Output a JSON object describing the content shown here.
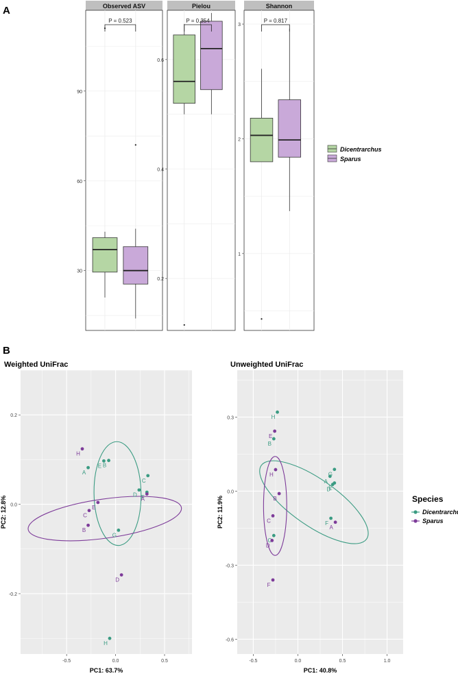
{
  "panel_labels": {
    "a": "A",
    "b": "B"
  },
  "colors": {
    "dicentrarchus_fill": "#b5d6a4",
    "sparus_fill": "#c9a9d9",
    "dicentrarchus_line": "#3a9b82",
    "sparus_line": "#7d3b99",
    "strip_bg": "#bfbfbf",
    "panel_bg": "#ebebeb"
  },
  "legend_a": {
    "items": [
      {
        "label": "Dicentrarchus",
        "color": "#b5d6a4"
      },
      {
        "label": "Sparus",
        "color": "#c9a9d9"
      }
    ]
  },
  "legend_b": {
    "title": "Species",
    "items": [
      {
        "label": "Dicentrarchus",
        "color": "#3a9b82"
      },
      {
        "label": "Sparus",
        "color": "#7d3b99"
      }
    ]
  },
  "chart_data": [
    {
      "type": "box",
      "title": "Observed ASV",
      "pvalue": "P = 0.523",
      "ylim": [
        10,
        117
      ],
      "yticks": [
        30,
        60,
        90
      ],
      "groups": [
        {
          "name": "Dicentrarchus",
          "whisker_low": 21,
          "q1": 29.5,
          "median": 37,
          "q3": 41,
          "whisker_high": 43,
          "outliers": [
            111
          ]
        },
        {
          "name": "Sparus",
          "whisker_low": 14,
          "q1": 25.5,
          "median": 30,
          "q3": 38,
          "whisker_high": 44,
          "outliers": [
            72
          ]
        }
      ]
    },
    {
      "type": "box",
      "title": "Pielou",
      "pvalue": "P = 0.354",
      "ylim": [
        0.105,
        0.69
      ],
      "yticks": [
        0.2,
        0.4,
        0.6
      ],
      "groups": [
        {
          "name": "Dicentrarchus",
          "whisker_low": 0.5,
          "q1": 0.52,
          "median": 0.56,
          "q3": 0.645,
          "whisker_high": 0.665,
          "outliers": [
            0.115
          ]
        },
        {
          "name": "Sparus",
          "whisker_low": 0.5,
          "q1": 0.545,
          "median": 0.62,
          "q3": 0.67,
          "whisker_high": 0.685,
          "outliers": []
        }
      ]
    },
    {
      "type": "box",
      "title": "Shannon",
      "pvalue": "P = 0.817",
      "ylim": [
        0.33,
        3.12
      ],
      "yticks": [
        1,
        2,
        3
      ],
      "groups": [
        {
          "name": "Dicentrarchus",
          "whisker_low": 1.8,
          "q1": 1.8,
          "median": 2.03,
          "q3": 2.18,
          "whisker_high": 2.61,
          "outliers": [
            0.43
          ]
        },
        {
          "name": "Sparus",
          "whisker_low": 1.37,
          "q1": 1.84,
          "median": 1.99,
          "q3": 2.34,
          "whisker_high": 2.96,
          "outliers": []
        }
      ]
    },
    {
      "type": "scatter",
      "title": "Weighted UniFrac",
      "xlabel": "PC1: 63.7%",
      "ylabel": "PC2: 12.8%",
      "xlim": [
        -0.97,
        0.78
      ],
      "ylim": [
        -0.335,
        0.3
      ],
      "xticks": [
        -0.5,
        0.0,
        0.5
      ],
      "yticks": [
        -0.2,
        0.0,
        0.2
      ],
      "series": [
        {
          "name": "Dicentrarchus",
          "points": [
            {
              "label": "A",
              "x": -0.28,
              "y": 0.082
            },
            {
              "label": "E",
              "x": -0.12,
              "y": 0.097
            },
            {
              "label": "B",
              "x": -0.07,
              "y": 0.098
            },
            {
              "label": "C",
              "x": 0.33,
              "y": 0.064
            },
            {
              "label": "D",
              "x": 0.24,
              "y": 0.032
            },
            {
              "label": "F",
              "x": 0.32,
              "y": 0.027
            },
            {
              "label": "G",
              "x": 0.03,
              "y": -0.058
            },
            {
              "label": "H",
              "x": -0.06,
              "y": -0.3
            }
          ],
          "ellipse": {
            "cx": 0.02,
            "cy": 0.024,
            "rx": 0.53,
            "ry": 0.24,
            "angle": -91
          }
        },
        {
          "name": "Sparus",
          "points": [
            {
              "label": "H",
              "x": -0.34,
              "y": 0.124
            },
            {
              "label": "E",
              "x": -0.18,
              "y": 0.004
            },
            {
              "label": "A",
              "x": 0.32,
              "y": 0.023
            },
            {
              "label": "C",
              "x": -0.27,
              "y": -0.014
            },
            {
              "label": "B",
              "x": -0.28,
              "y": -0.047
            },
            {
              "label": "D",
              "x": 0.06,
              "y": -0.158
            }
          ],
          "ellipse": {
            "cx": -0.11,
            "cy": -0.032,
            "rx": 0.79,
            "ry": 0.2,
            "angle": -8
          }
        }
      ]
    },
    {
      "type": "scatter",
      "title": "Unweighted UniFrac",
      "xlabel": "PC1: 40.8%",
      "ylabel": "PC2: 11.9%",
      "xlim": [
        -0.68,
        1.18
      ],
      "ylim": [
        -0.66,
        0.49
      ],
      "xticks": [
        -0.5,
        0.0,
        0.5,
        1.0
      ],
      "yticks": [
        -0.6,
        -0.3,
        0.0,
        0.3
      ],
      "series": [
        {
          "name": "Dicentrarchus",
          "points": [
            {
              "label": "H",
              "x": -0.23,
              "y": 0.32
            },
            {
              "label": "B",
              "x": -0.27,
              "y": 0.212
            },
            {
              "label": "G",
              "x": 0.41,
              "y": 0.088
            },
            {
              "label": "A",
              "x": 0.36,
              "y": 0.06
            },
            {
              "label": "E",
              "x": 0.41,
              "y": 0.033
            },
            {
              "label": "D",
              "x": 0.39,
              "y": 0.027
            },
            {
              "label": "F",
              "x": 0.37,
              "y": -0.11
            },
            {
              "label": "C",
              "x": -0.27,
              "y": -0.18
            }
          ],
          "ellipse": {
            "cx": 0.18,
            "cy": -0.045,
            "rx": 0.72,
            "ry": 0.26,
            "angle": 35
          }
        },
        {
          "name": "Sparus",
          "points": [
            {
              "label": "E",
              "x": -0.26,
              "y": 0.243
            },
            {
              "label": "H",
              "x": -0.25,
              "y": 0.087
            },
            {
              "label": "B",
              "x": -0.21,
              "y": -0.01
            },
            {
              "label": "C",
              "x": -0.28,
              "y": -0.1
            },
            {
              "label": "A",
              "x": 0.42,
              "y": -0.126
            },
            {
              "label": "D",
              "x": -0.29,
              "y": -0.2
            },
            {
              "label": "F",
              "x": -0.28,
              "y": -0.36
            }
          ],
          "ellipse": {
            "cx": -0.255,
            "cy": -0.06,
            "rx": 0.555,
            "ry": 0.13,
            "angle": -90
          }
        }
      ]
    }
  ]
}
